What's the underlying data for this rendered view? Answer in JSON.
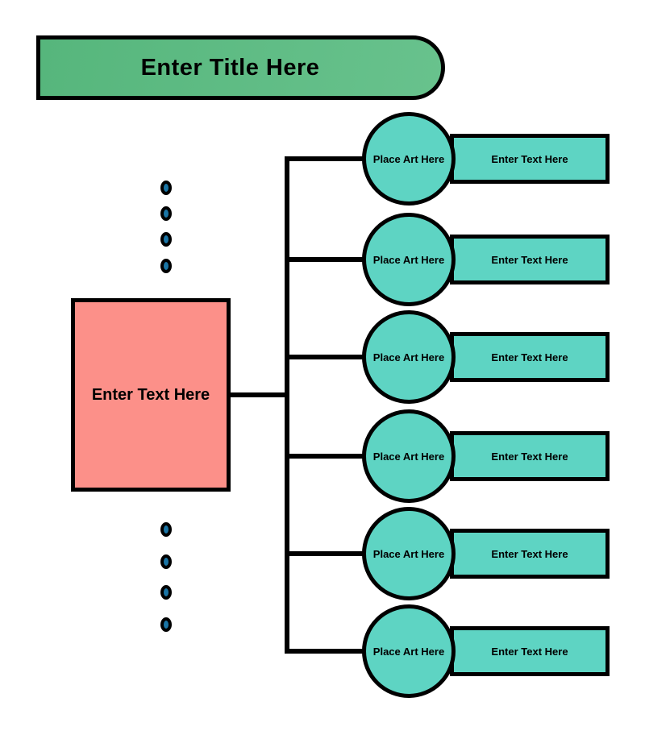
{
  "title_banner": {
    "label": "Enter Title Here"
  },
  "center_box": {
    "label": "Enter Text Here"
  },
  "rows": [
    {
      "circle_label": "Place Art Here",
      "bar_label": "Enter Text Here"
    },
    {
      "circle_label": "Place Art Here",
      "bar_label": "Enter Text Here"
    },
    {
      "circle_label": "Place Art Here",
      "bar_label": "Enter Text Here"
    },
    {
      "circle_label": "Place Art Here",
      "bar_label": "Enter Text Here"
    },
    {
      "circle_label": "Place Art Here",
      "bar_label": "Enter Text Here"
    },
    {
      "circle_label": "Place Art Here",
      "bar_label": "Enter Text Here"
    }
  ],
  "decorations": {
    "ellipsis_dots_above_center": 4,
    "ellipsis_dots_below_center": 4
  },
  "colors": {
    "outline": "#000000",
    "banner_green_dark": "#56b67c",
    "banner_green_light": "#68c28d",
    "teal": "#5ed4c3",
    "salmon": "#fc9089",
    "dot_blue": "#1a75a5"
  }
}
